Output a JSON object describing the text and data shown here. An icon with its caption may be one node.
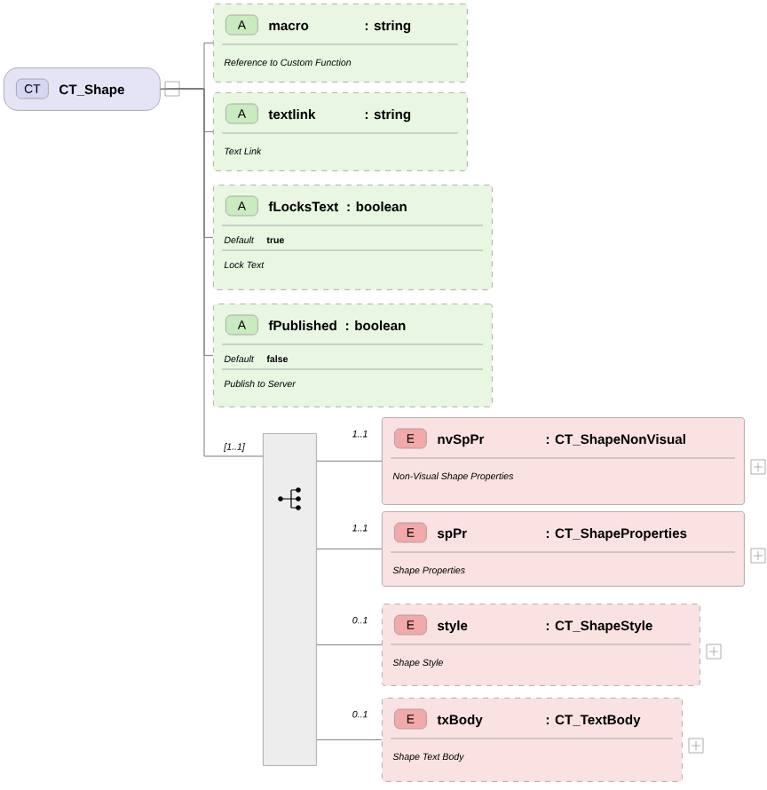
{
  "diagram": {
    "nodes": [
      {
        "text": [
          "CT",
          "CT_Shape"
        ]
      },
      {
        "text": [
          "A",
          "macro",
          ": string",
          "Reference to Custom Function"
        ]
      },
      {
        "text": [
          "A",
          "textlink",
          ": string",
          "Text Link"
        ]
      },
      {
        "text": [
          "A",
          "fLocksText",
          ": boolean",
          "Default",
          "true",
          "Lock Text"
        ]
      },
      {
        "text": [
          "A",
          "fPublished",
          ": boolean",
          "Default",
          "false",
          "Publish to Server"
        ]
      },
      {
        "text": [],
        "shape": "box"
      },
      {
        "text": [
          "E",
          "nvSpPr",
          ": CT_ShapeNonVisual",
          "Non-Visual Shape Properties"
        ]
      },
      {
        "text": [
          "E",
          "spPr",
          ": CT_ShapeProperties",
          "Shape Properties"
        ]
      },
      {
        "text": [
          "E",
          "style",
          ": CT_ShapeStyle",
          "Shape Style"
        ]
      },
      {
        "text": [
          "E",
          "txBody",
          ": CT_TextBody",
          "Shape Text Body"
        ]
      }
    ],
    "edges": [
      {
        "from": 0,
        "to": 1,
        "arrow": "none"
      },
      {
        "from": 0,
        "to": 2,
        "arrow": "none"
      },
      {
        "from": 0,
        "to": 3,
        "arrow": "none"
      },
      {
        "from": 0,
        "to": 4,
        "arrow": "none"
      },
      {
        "from": 0,
        "to": 5,
        "arrow": "none",
        "label": "[1..1]"
      },
      {
        "from": 5,
        "to": 6,
        "arrow": "none",
        "label": "1..1"
      },
      {
        "from": 5,
        "to": 7,
        "arrow": "none",
        "label": "1..1"
      },
      {
        "from": 5,
        "to": 8,
        "arrow": "none",
        "label": "0..1"
      },
      {
        "from": 5,
        "to": 9,
        "arrow": "none",
        "label": "0..1"
      }
    ]
  }
}
